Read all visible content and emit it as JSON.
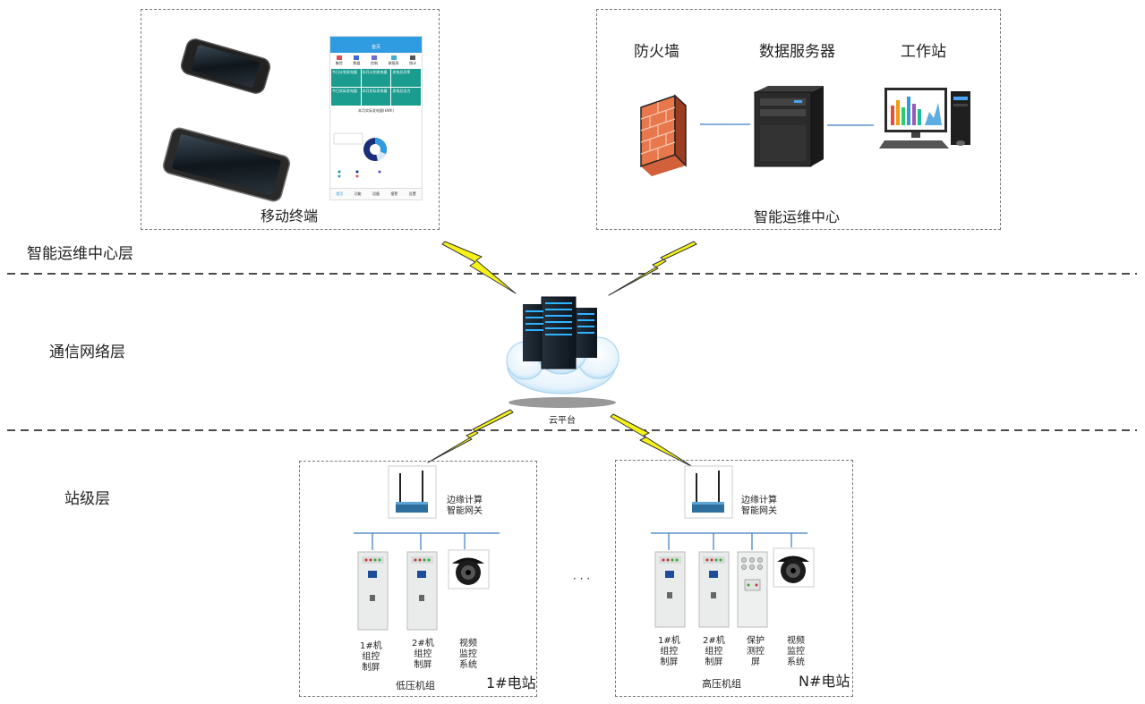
{
  "layers": {
    "center": "智能运维中心层",
    "network": "通信网络层",
    "station": "站级层"
  },
  "mobile": {
    "caption": "移动终端",
    "app": {
      "title": "首页",
      "nav_tabs": [
        "集控",
        "数据",
        "控制",
        "做报表",
        "统计"
      ],
      "tiles": [
        [
          "今日计划发电量",
          "本月计划发电量",
          "发电总功率"
        ],
        [
          "今日实际发电量",
          "本月实际发电量",
          "发电总出力"
        ]
      ],
      "chart_title": "本月实际发电量(kWh)",
      "bottom_tabs": [
        "首页",
        "功能",
        "设备",
        "报警",
        "设置"
      ]
    }
  },
  "ops_center": {
    "caption": "智能运维中心",
    "firewall": "防火墙",
    "server": "数据服务器",
    "workstation": "工作站"
  },
  "cloud": {
    "label": "云平台"
  },
  "station1": {
    "gateway": "边缘计算\n智能网关",
    "items": [
      "1#机\n组控\n制屏",
      "2#机\n组控\n制屏",
      "视频\n监控\n系统"
    ],
    "group": "低压机组",
    "name": "1#电站"
  },
  "stationN": {
    "gateway": "边缘计算\n智能网关",
    "items": [
      "1#机\n组控\n制屏",
      "2#机\n组控\n制屏",
      "保护\n测控\n屏",
      "视频\n监控\n系统"
    ],
    "group": "高压机组",
    "name": "N#电站"
  },
  "ellipsis": "· · ·",
  "colors": {
    "accent_blue": "#2f9be0",
    "teal_tile": "#1a9c8f",
    "lightning": "#f5f21a",
    "bus_line": "#3a7dc2"
  }
}
